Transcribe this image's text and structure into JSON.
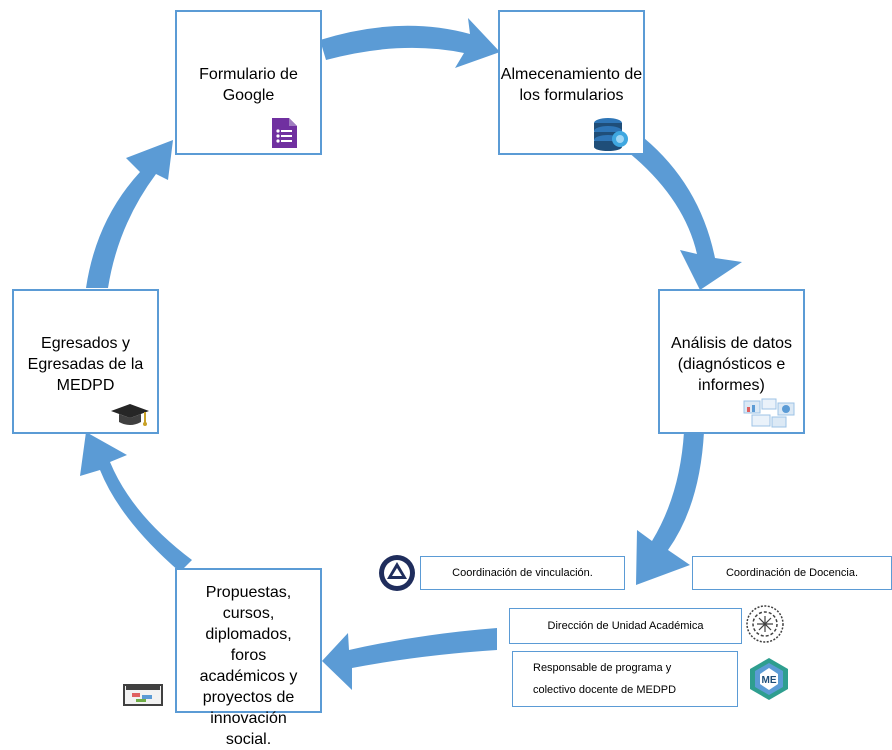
{
  "nodes": {
    "google_form": "Formulario de Google",
    "storage": "Almecenamiento de los formularios",
    "analysis": "Análisis de datos (diagnósticos e informes)",
    "proposals": "Propuestas, cursos, diplomados, foros académicos y proyectos de innovación social.",
    "graduates": "Egresados y Egresadas de la MEDPD"
  },
  "stakeholders": {
    "vinculacion": "Coordinación de vinculación.",
    "docencia": "Coordinación de Docencia.",
    "direccion": "Dirección de Unidad Académica",
    "responsable_line1": "Responsable de programa y",
    "responsable_line2": "colectivo docente de MEDPD"
  },
  "logos": {
    "medpd_logo_text": "ME"
  },
  "colors": {
    "arrow": "#5b9bd5",
    "border": "#5b9bd5",
    "form_icon": "#7030a0",
    "db_icon": "#1f4e79"
  },
  "icons": [
    "google-forms-icon",
    "database-icon",
    "report-icon",
    "graduation-cap-icon",
    "presentation-icon"
  ]
}
